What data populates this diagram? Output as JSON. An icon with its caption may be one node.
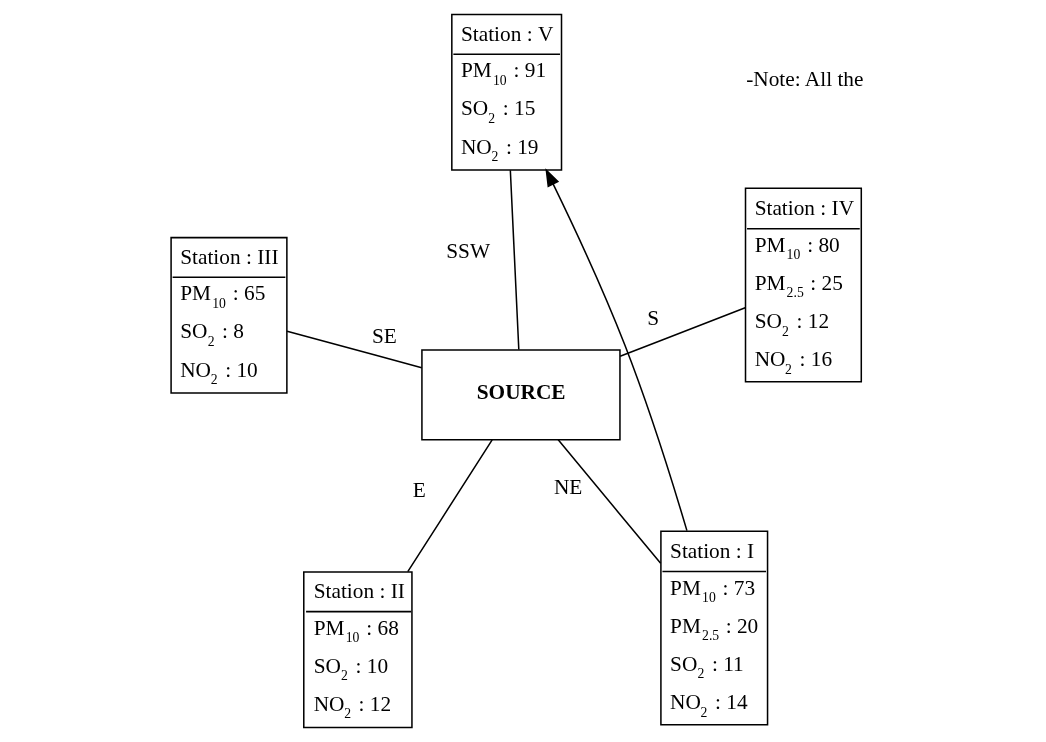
{
  "diagram": {
    "nodes": [
      {
        "text": [
          "SOURCE"
        ]
      },
      {
        "text": [
          "Station : I",
          "PM$_{10}$ : 73",
          "PM$_{2.5}$ : 20",
          "SO$_{2}$ : 11",
          "NO$_{2}$ : 14"
        ]
      },
      {
        "text": [
          "Station : II",
          "PM$_{10}$ : 68",
          "SO$_{2}$ : 10",
          "NO$_{2}$ : 12"
        ]
      },
      {
        "text": [
          "Station : III",
          "PM$_{10}$ : 65",
          "SO$_{2}$ : 8",
          "NO$_{2}$ : 10"
        ]
      },
      {
        "text": [
          "Station : IV",
          "PM$_{10}$ : 80",
          "PM$_{2.5}$ : 25",
          "SO$_{2}$ : 12",
          "NO$_{2}$ : 16"
        ]
      },
      {
        "text": [
          "Station : V",
          "PM$_{10}$ : 91",
          "SO$_{2}$ : 15",
          "NO$_{2}$ : 19"
        ]
      }
    ],
    "edges": [
      {
        "from": 0,
        "to": 1,
        "arrow": "none",
        "label": "NE"
      },
      {
        "from": 0,
        "to": 2,
        "arrow": "none",
        "label": "E"
      },
      {
        "from": 0,
        "to": 5,
        "arrow": "none",
        "label": "SSW"
      },
      {
        "from": 0,
        "to": 4,
        "arrow": "none",
        "label": "S"
      },
      {
        "from": 0,
        "to": 3,
        "arrow": "none",
        "label": "SE"
      },
      {
        "from": 1,
        "to": 5,
        "arrow": "to"
      }
    ],
    "labels": [
      "-Note: All the"
    ]
  }
}
